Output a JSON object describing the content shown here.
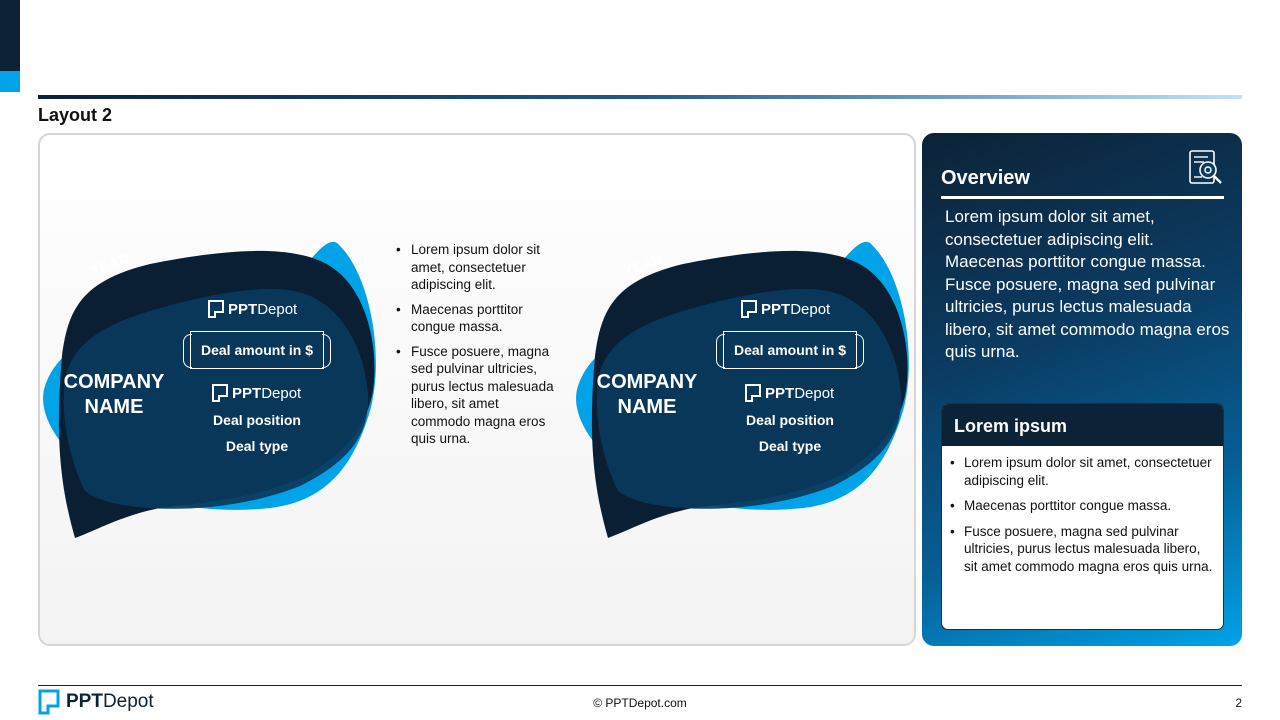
{
  "slide": {
    "title": "Layout 2",
    "page_number": "2"
  },
  "cards": [
    {
      "year": "YEAR",
      "company": "COMPANY NAME",
      "logo_bold": "PPT",
      "logo_thin": "Depot",
      "deal_amount": "Deal amount in $",
      "deal_position": "Deal position",
      "deal_type": "Deal type"
    },
    {
      "year": "YEAR",
      "company": "COMPANY NAME",
      "logo_bold": "PPT",
      "logo_thin": "Depot",
      "deal_amount": "Deal amount in $",
      "deal_position": "Deal position",
      "deal_type": "Deal type"
    }
  ],
  "middle_bullets": [
    "Lorem ipsum dolor sit amet, consectetuer adipiscing elit.",
    "Maecenas porttitor congue massa.",
    "Fusce posuere, magna sed pulvinar ultricies, purus lectus malesuada libero, sit amet commodo magna eros quis urna."
  ],
  "overview": {
    "title": "Overview",
    "icon": "document-search-icon",
    "text": "Lorem ipsum dolor sit amet, consectetuer adipiscing elit. Maecenas porttitor congue massa. Fusce posuere, magna sed pulvinar ultricies, purus lectus malesuada libero, sit amet commodo magna eros quis urna."
  },
  "inner_card": {
    "title": "Lorem ipsum",
    "bullets": [
      "Lorem ipsum dolor sit amet, consectetuer adipiscing elit.",
      "Maecenas porttitor congue massa.",
      "Fusce posuere, magna sed pulvinar ultricies, purus lectus malesuada libero, sit amet commodo magna eros quis urna."
    ]
  },
  "footer": {
    "logo_bold": "PPT",
    "logo_thin": "Depot",
    "copyright": "© PPTDepot.com"
  },
  "colors": {
    "navy": "#0c2237",
    "blob_dark": "#0a1f33",
    "blob_mid": "#0a3a5c",
    "accent_blue": "#00a3e8"
  }
}
